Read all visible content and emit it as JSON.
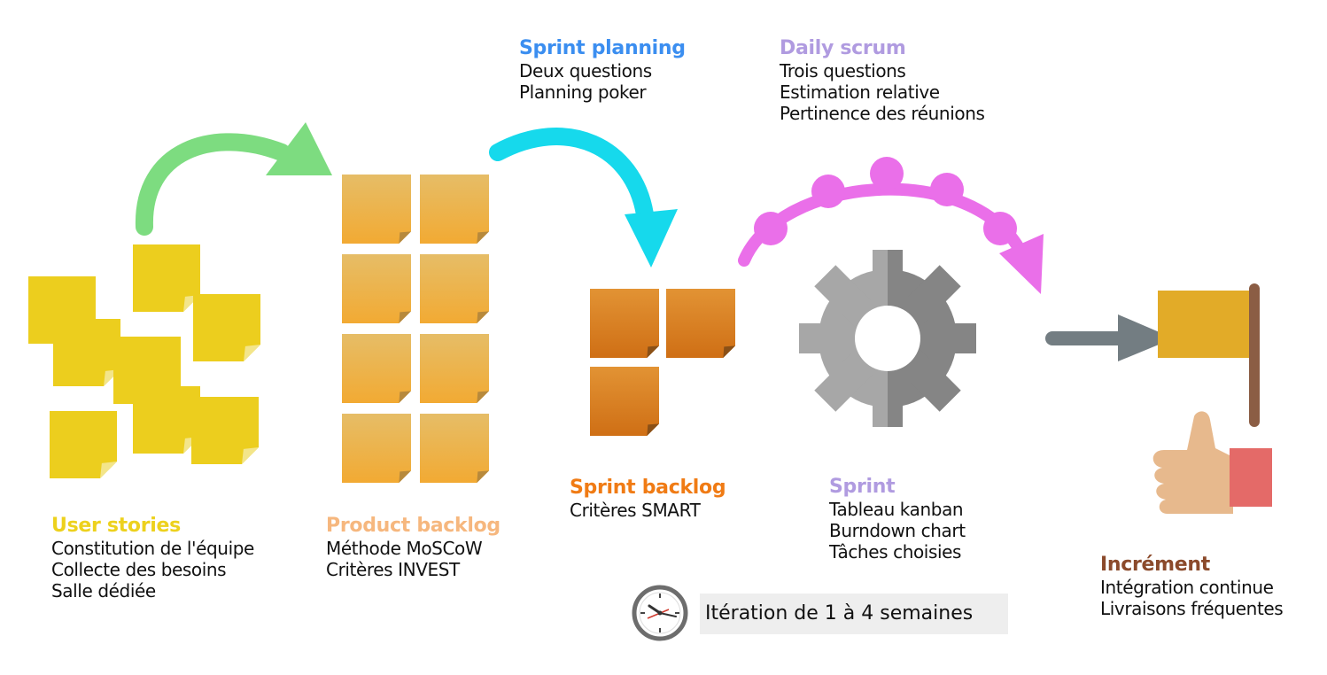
{
  "stages": [
    {
      "id": "user-stories",
      "title": "User stories",
      "color": "#edd11d",
      "lines": [
        "Constitution de l'équipe",
        "Collecte des besoins",
        "Salle dédiée"
      ]
    },
    {
      "id": "product-backlog",
      "title": "Product backlog",
      "color": "#f6b77e",
      "lines": [
        "Méthode MoSCoW",
        "Critères INVEST"
      ]
    },
    {
      "id": "sprint-planning",
      "title": "Sprint planning",
      "color": "#3b8ef0",
      "lines": [
        "Deux questions",
        "Planning poker"
      ]
    },
    {
      "id": "sprint-backlog",
      "title": "Sprint backlog",
      "color": "#f07b14",
      "lines": [
        "Critères SMART"
      ]
    },
    {
      "id": "daily-scrum",
      "title": "Daily scrum",
      "color": "#b09be0",
      "lines": [
        "Trois questions",
        "Estimation relative",
        "Pertinence des réunions"
      ]
    },
    {
      "id": "sprint",
      "title": "Sprint",
      "color": "#b09be0",
      "lines": [
        "Tableau kanban",
        "Burndown chart",
        "Tâches choisies"
      ]
    },
    {
      "id": "increment",
      "title": "Incrément",
      "color": "#8b4a2b",
      "lines": [
        "Intégration continue",
        "Livraisons fréquentes"
      ]
    }
  ],
  "iteration": {
    "label": "Itération de 1 à 4 semaines",
    "icon": "clock-icon"
  },
  "icons": {
    "sticky_notes": "sticky-notes-icon",
    "product_backlog": "backlog-grid-icon",
    "sprint_backlog": "sprint-backlog-icon",
    "gear": "gear-icon",
    "flag": "flag-icon",
    "thumbs_up": "thumbs-up-icon"
  },
  "colors": {
    "green_arrow": "#7ddc80",
    "cyan_arrow": "#16d9ec",
    "pink_arrow": "#ea6fe9",
    "gray_arrow": "#737d82",
    "gear_light": "#a7a7a7",
    "gear_dark": "#858585",
    "flag": "#e2ab28",
    "pole": "#8b5d44",
    "hand": "#e7b98d",
    "cuff": "#e46a68"
  }
}
